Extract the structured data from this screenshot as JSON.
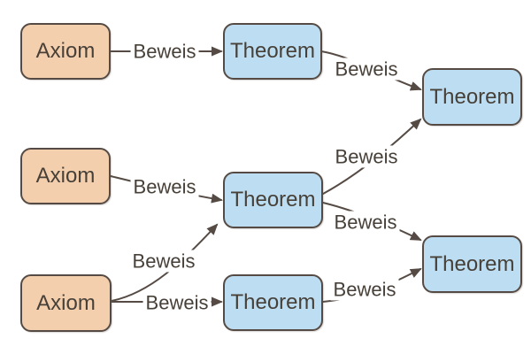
{
  "diagram": {
    "colors": {
      "background": "#ffffff",
      "axiom_fill": "#f4cfae",
      "theorem_fill": "#bddef2",
      "stroke": "#554b44",
      "text": "#474038"
    },
    "nodes": [
      {
        "id": "axiom-top-left",
        "type": "axiom",
        "label": "Axiom"
      },
      {
        "id": "theorem-top-center",
        "type": "theorem",
        "label": "Theorem"
      },
      {
        "id": "theorem-right-upper",
        "type": "theorem",
        "label": "Theorem"
      },
      {
        "id": "axiom-middle-left",
        "type": "axiom",
        "label": "Axiom"
      },
      {
        "id": "theorem-center",
        "type": "theorem",
        "label": "Theorem"
      },
      {
        "id": "axiom-bottom-left",
        "type": "axiom",
        "label": "Axiom"
      },
      {
        "id": "theorem-bottom-center",
        "type": "theorem",
        "label": "Theorem"
      },
      {
        "id": "theorem-right-lower",
        "type": "theorem",
        "label": "Theorem"
      }
    ],
    "edges": [
      {
        "from": "axiom-top-left",
        "to": "theorem-top-center",
        "label": "Beweis"
      },
      {
        "from": "theorem-top-center",
        "to": "theorem-right-upper",
        "label": "Beweis"
      },
      {
        "from": "axiom-middle-left",
        "to": "theorem-center",
        "label": "Beweis"
      },
      {
        "from": "axiom-bottom-left",
        "to": "theorem-center",
        "label": "Beweis"
      },
      {
        "from": "axiom-bottom-left",
        "to": "theorem-bottom-center",
        "label": "Beweis"
      },
      {
        "from": "theorem-center",
        "to": "theorem-right-upper",
        "label": "Beweis"
      },
      {
        "from": "theorem-center",
        "to": "theorem-right-lower",
        "label": "Beweis"
      },
      {
        "from": "theorem-bottom-center",
        "to": "theorem-right-lower",
        "label": "Beweis"
      }
    ]
  }
}
